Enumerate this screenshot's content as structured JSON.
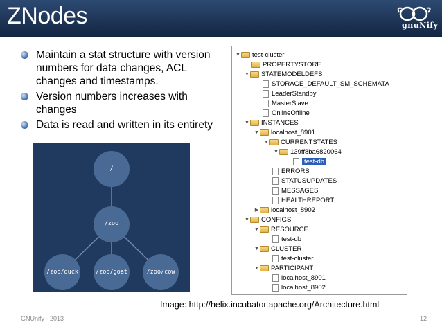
{
  "slide": {
    "title": "ZNodes",
    "logo_text": "gnuNify",
    "bullets": [
      "Maintain a stat structure with version numbers for data changes, ACL changes and timestamps.",
      "Version numbers increases with changes",
      "Data is read and written in its entirety"
    ],
    "caption": "Image: http://helix.incubator.apache.org/Architecture.html",
    "footer_left": "GNUnify - 2013",
    "page_number": "12"
  },
  "tree_diagram": {
    "nodes": {
      "root": "/",
      "zoo": "/zoo",
      "duck": "/zoo/duck",
      "goat": "/zoo/goat",
      "cow": "/zoo/cow"
    }
  },
  "explorer": {
    "items": [
      {
        "label": "test-cluster",
        "type": "folder",
        "expanded": true
      },
      {
        "label": "PROPERTYSTORE",
        "type": "folder"
      },
      {
        "label": "STATEMODELDEFS",
        "type": "folder",
        "expanded": true
      },
      {
        "label": "STORAGE_DEFAULT_SM_SCHEMATA",
        "type": "file"
      },
      {
        "label": "LeaderStandby",
        "type": "file"
      },
      {
        "label": "MasterSlave",
        "type": "file"
      },
      {
        "label": "OnlineOffline",
        "type": "file"
      },
      {
        "label": "INSTANCES",
        "type": "folder",
        "expanded": true
      },
      {
        "label": "localhost_8901",
        "type": "folder",
        "expanded": true
      },
      {
        "label": "CURRENTSTATES",
        "type": "folder",
        "expanded": true
      },
      {
        "label": "139ff8ba6820064",
        "type": "folder",
        "expanded": true
      },
      {
        "label": "test-db",
        "type": "file",
        "selected": true
      },
      {
        "label": "ERRORS",
        "type": "file"
      },
      {
        "label": "STATUSUPDATES",
        "type": "file"
      },
      {
        "label": "MESSAGES",
        "type": "file"
      },
      {
        "label": "HEALTHREPORT",
        "type": "file"
      },
      {
        "label": "localhost_8902",
        "type": "folder",
        "expanded": false
      },
      {
        "label": "CONFIGS",
        "type": "folder",
        "expanded": true
      },
      {
        "label": "RESOURCE",
        "type": "folder",
        "expanded": true
      },
      {
        "label": "test-db",
        "type": "file"
      },
      {
        "label": "CLUSTER",
        "type": "folder",
        "expanded": true
      },
      {
        "label": "test-cluster",
        "type": "file"
      },
      {
        "label": "PARTICIPANT",
        "type": "folder",
        "expanded": true
      },
      {
        "label": "localhost_8901",
        "type": "file"
      },
      {
        "label": "localhost_8902",
        "type": "file"
      }
    ]
  }
}
